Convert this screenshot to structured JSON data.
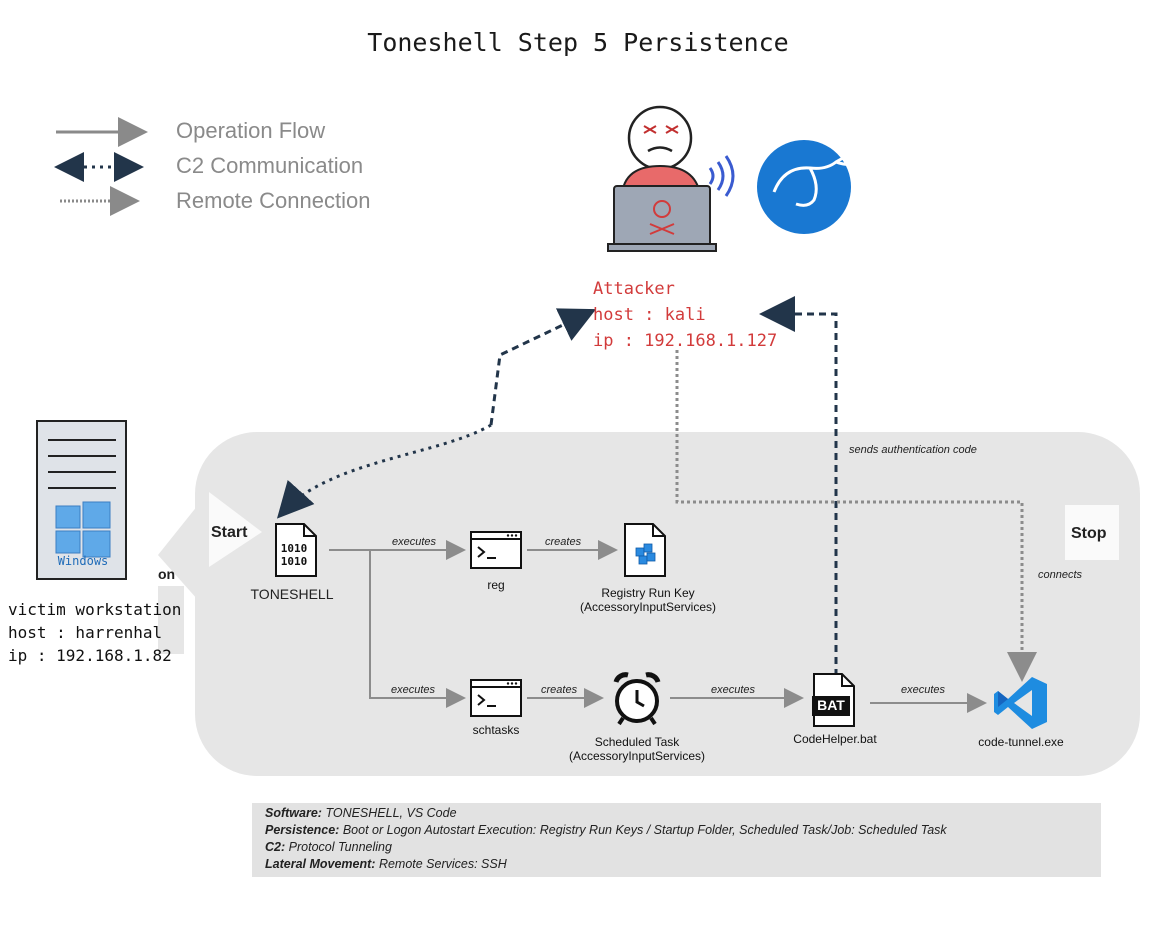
{
  "title": "Toneshell Step 5  Persistence",
  "legend": {
    "operation_flow": "Operation Flow",
    "c2_communication": "C2 Communication",
    "remote_connection": "Remote Connection"
  },
  "attacker": {
    "line1": "Attacker",
    "line2": "host : kali",
    "line3": "ip : 192.168.1.127"
  },
  "victim": {
    "line1": "victim workstation",
    "line2": "host : harrenhal",
    "line3": "ip : 192.168.1.82",
    "os_label": "Windows",
    "partial_label": "on"
  },
  "flow": {
    "start": "Start",
    "stop": "Stop",
    "toneshell": "TONESHELL",
    "toneshell_glyph": "1010\n1010",
    "reg": "reg",
    "registry_key_line1": "Registry Run Key",
    "registry_key_line2": "(AccessoryInputServices)",
    "schtasks": "schtasks",
    "scheduled_task_line1": "Scheduled Task",
    "scheduled_task_line2": "(AccessoryInputServices)",
    "codehelper": "CodeHelper.bat",
    "bat_badge": "BAT",
    "code_tunnel": "code-tunnel.exe",
    "edge_executes_reg": "executes",
    "edge_creates_key": "creates",
    "edge_executes_schtasks": "executes",
    "edge_creates_task": "creates",
    "edge_executes_bat": "executes",
    "edge_executes_tunnel": "executes",
    "edge_sends_auth": "sends authentication code",
    "edge_connects": "connects"
  },
  "info": {
    "software_label": "Software:",
    "software_value": "TONESHELL, VS Code",
    "persistence_label": "Persistence:",
    "persistence_value": "Boot or Logon Autostart Execution: Registry Run Keys / Startup Folder, Scheduled Task/Job: Scheduled Task",
    "c2_label": "C2:",
    "c2_value": "Protocol Tunneling",
    "lateral_label": "Lateral Movement:",
    "lateral_value": "Remote Services: SSH"
  },
  "colors": {
    "attacker_text": "#d23b3b",
    "panel_bg": "#e6e6e6",
    "c2_line": "#22354a",
    "flow_line": "#8c8c8c",
    "vscode_blue": "#1e8ce0",
    "kali_blue": "#1978d2"
  }
}
